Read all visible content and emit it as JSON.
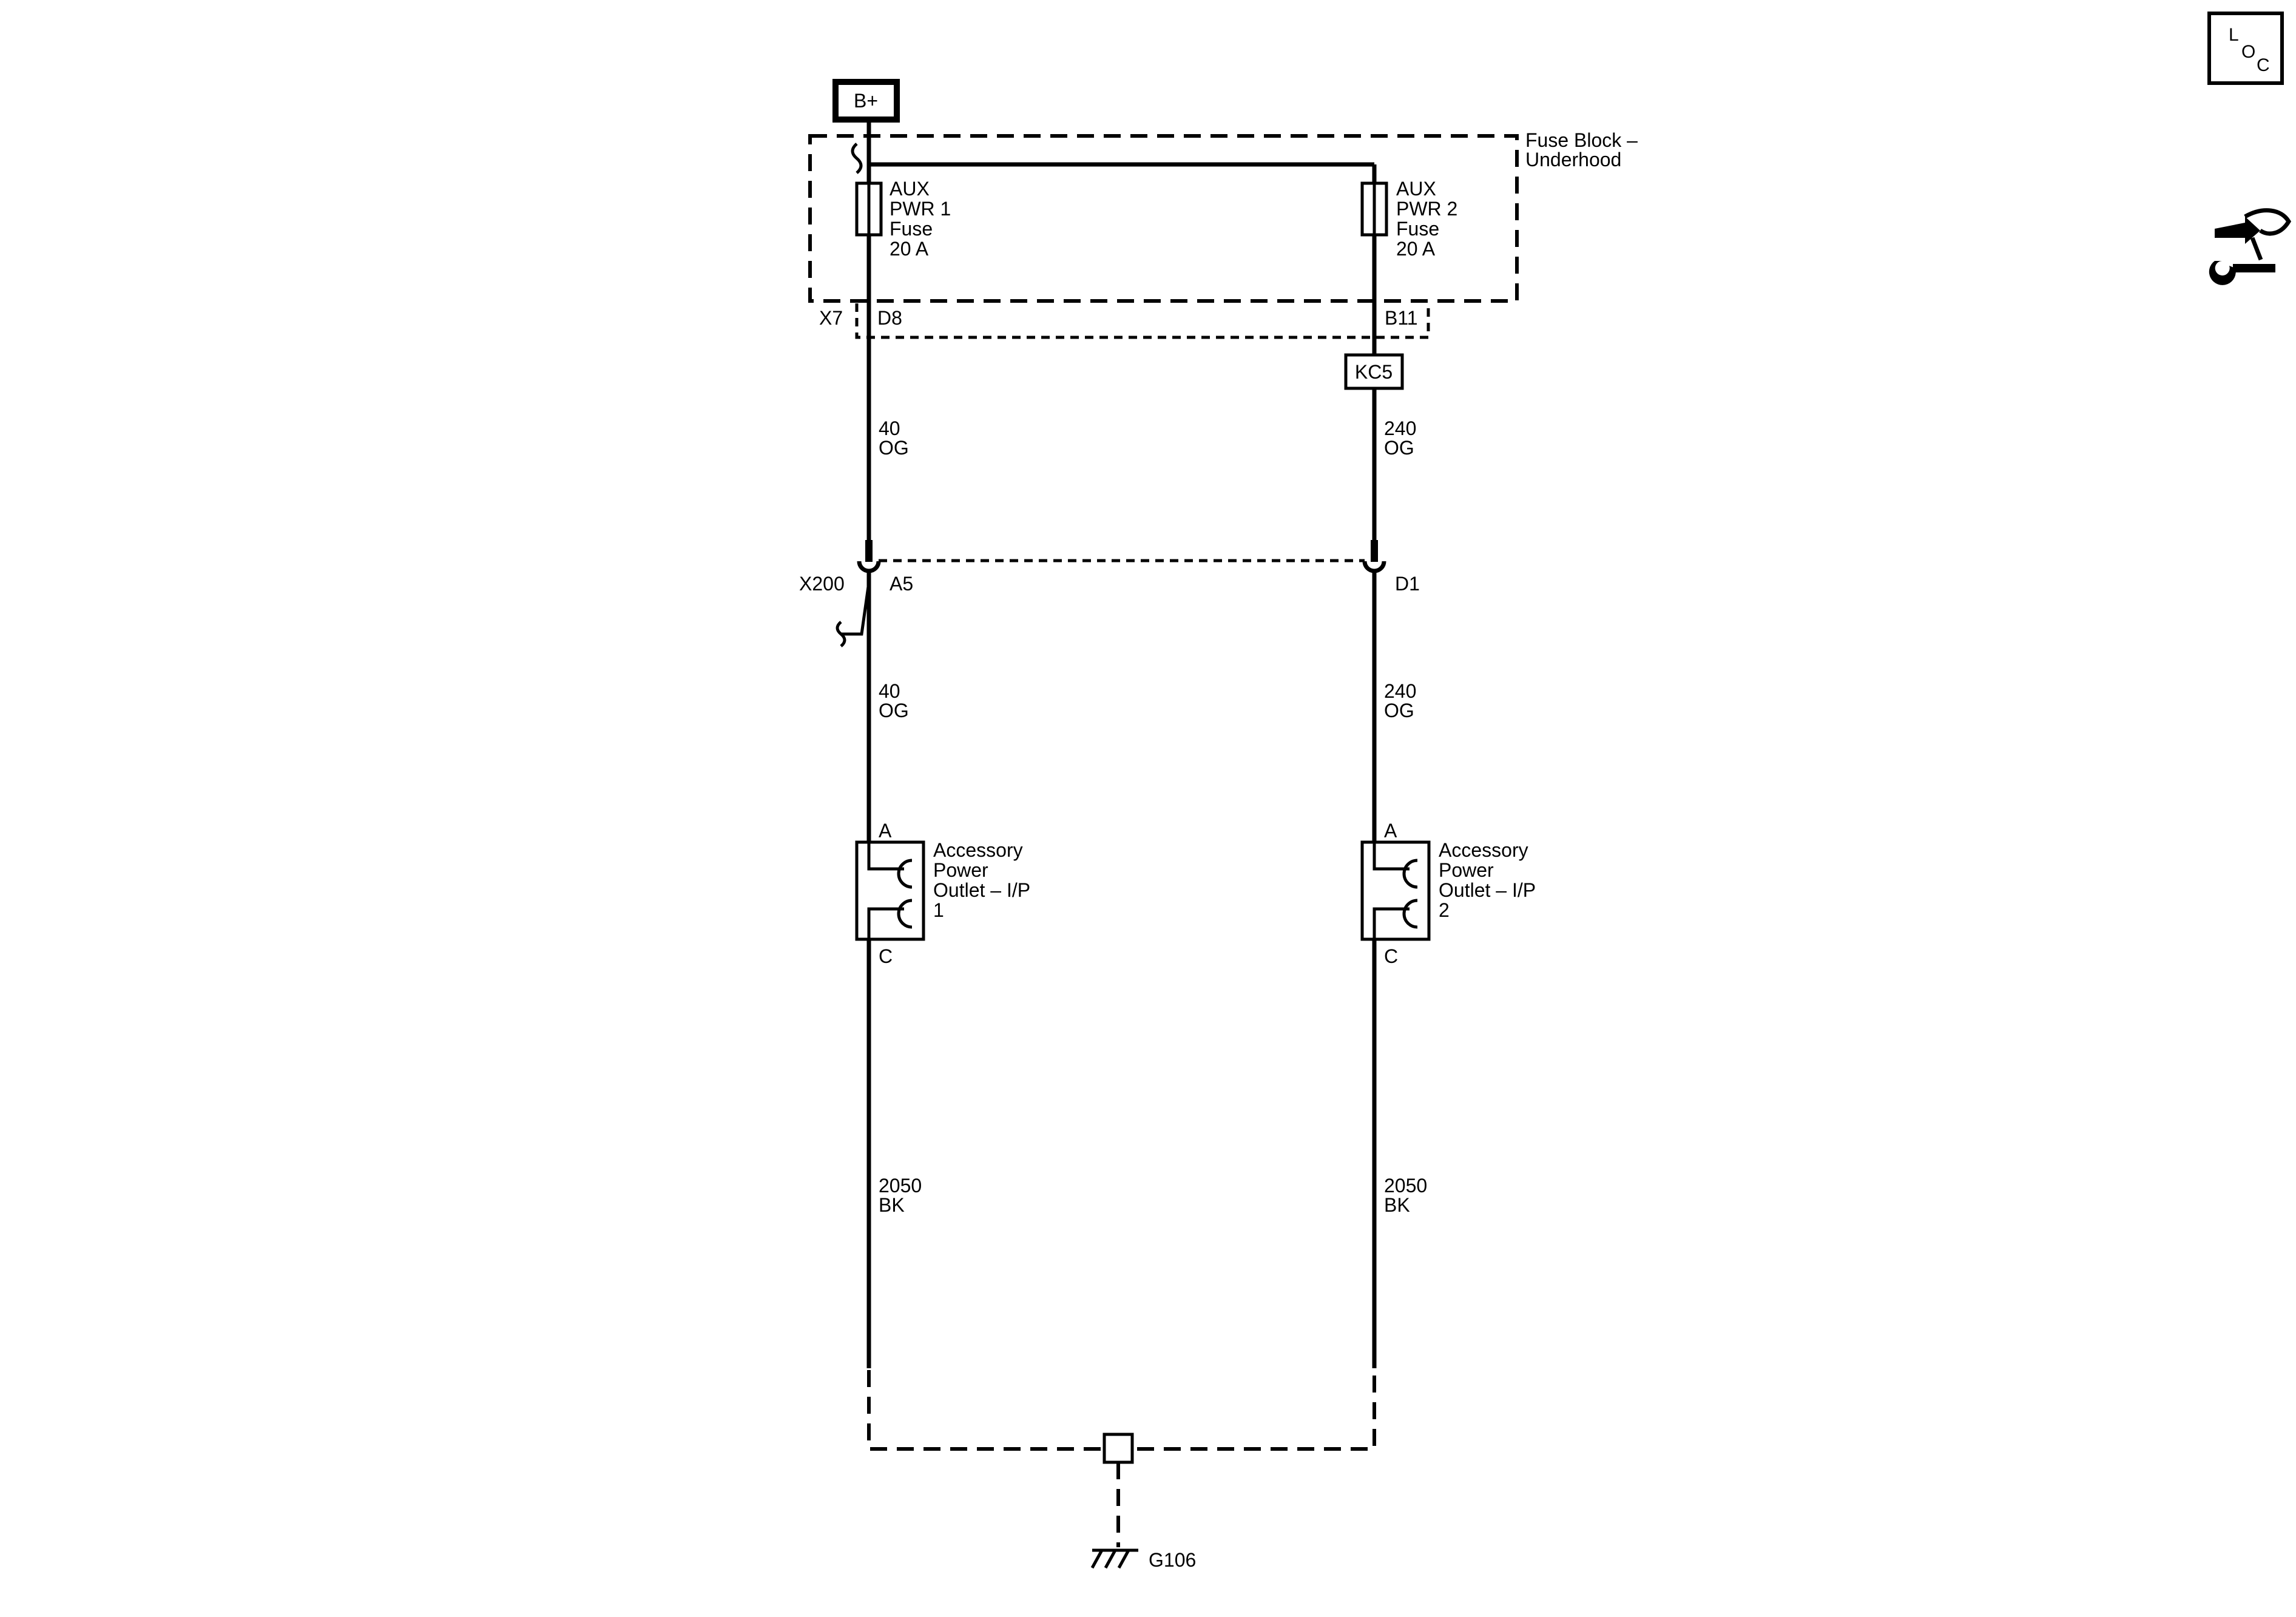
{
  "power_source": {
    "label": "B+"
  },
  "fuse_block": {
    "line1": "Fuse Block –",
    "line2": "Underhood"
  },
  "fuses": [
    {
      "lines": [
        "AUX",
        "PWR 1",
        "Fuse",
        "20 A"
      ]
    },
    {
      "lines": [
        "AUX",
        "PWR 2",
        "Fuse",
        "20 A"
      ]
    }
  ],
  "connector_x7": {
    "name": "X7",
    "pin_left": "D8",
    "pin_right": "B11"
  },
  "option_code": {
    "label": "KC5"
  },
  "wires": {
    "left_upper": {
      "circuit": "40",
      "color": "OG"
    },
    "right_upper": {
      "circuit": "240",
      "color": "OG"
    },
    "left_middle": {
      "circuit": "40",
      "color": "OG"
    },
    "right_middle": {
      "circuit": "240",
      "color": "OG"
    },
    "left_lower": {
      "circuit": "2050",
      "color": "BK"
    },
    "right_lower": {
      "circuit": "2050",
      "color": "BK"
    }
  },
  "connector_x200": {
    "name": "X200",
    "pin_left": "A5",
    "pin_right": "D1"
  },
  "outlets": [
    {
      "pin_top": "A",
      "pin_bottom": "C",
      "lines": [
        "Accessory",
        "Power",
        "Outlet – I/P",
        "1"
      ]
    },
    {
      "pin_top": "A",
      "pin_bottom": "C",
      "lines": [
        "Accessory",
        "Power",
        "Outlet – I/P",
        "2"
      ]
    }
  ],
  "ground": {
    "label": "G106"
  },
  "loc_icon": {
    "letters": [
      "L",
      "O",
      "C"
    ],
    "icon": "location-icon"
  },
  "tool_icon": {
    "icon": "service-tools-icon"
  }
}
